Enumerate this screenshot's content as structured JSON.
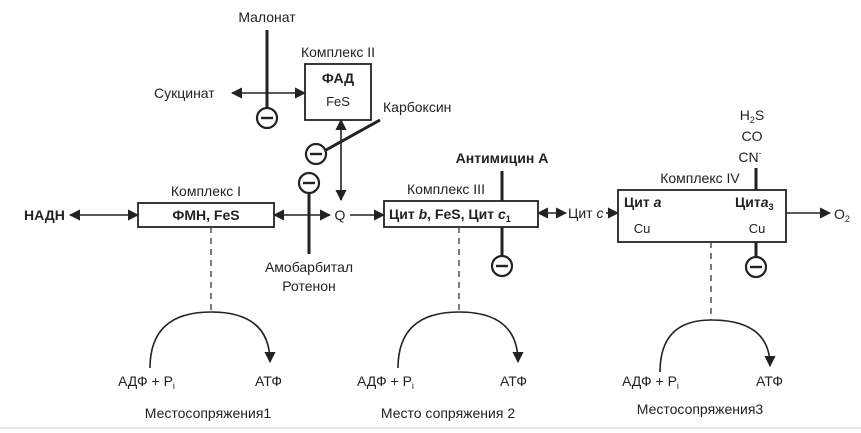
{
  "complexes": {
    "c1": {
      "title": "Комплекс I",
      "content": "ФМН, FeS"
    },
    "c2": {
      "title": "Комплекс II",
      "line1": "ФАД",
      "line2": "FeS"
    },
    "c3": {
      "title": "Комплекс III",
      "content_a": "Цит",
      "content_b": "b",
      "content_c": ", FeS,  Цит",
      "content_d": "c",
      "content_e": "1"
    },
    "c4": {
      "title": "Комплекс IV",
      "left_top_a": "Цит ",
      "left_top_b": "a",
      "right_top_a": "Цит",
      "right_top_b": "a",
      "right_top_c": "3",
      "left_bottom": "Cu",
      "right_bottom": "Cu"
    }
  },
  "substrates": {
    "nadh": "НАДН",
    "q": "Q",
    "cyt_c_a": "Цит ",
    "cyt_c_b": "c",
    "o2_a": "O",
    "o2_b": "2",
    "succinate": "Сукцинат"
  },
  "inhibitors": {
    "malonate": "Малонат",
    "carboxin": "Карбоксин",
    "amobarbital": "Амобарбитал",
    "rotenone": "Ротенон",
    "antimycin": "Антимицин А",
    "h2s_a": "H",
    "h2s_b": "2",
    "h2s_c": "S",
    "co": "CO",
    "cn_a": "CN",
    "cn_b": "-"
  },
  "coupling": [
    {
      "adp_a": "АДФ + Р",
      "adp_b": "i",
      "atp": "АТФ",
      "site": "Местосопряжения1"
    },
    {
      "adp_a": "АДФ + Р",
      "adp_b": "i",
      "atp": "АТФ",
      "site": "Место сопряжения 2"
    },
    {
      "adp_a": "АДФ + Р",
      "adp_b": "i",
      "atp": "АТФ",
      "site": "Местосопряжения3"
    }
  ]
}
